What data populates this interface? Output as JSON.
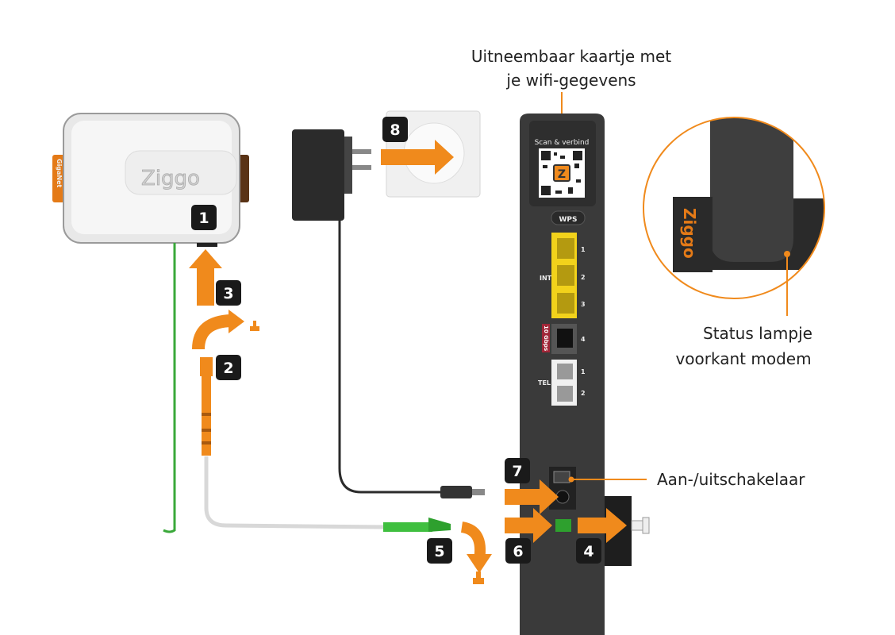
{
  "labels": {
    "card_line1": "Uitneembaar kaartje met",
    "card_line2": "je wifi-gegevens",
    "status_line1": "Status lampje",
    "status_line2": "voorkant modem",
    "switch": "Aan-/uitschakelaar"
  },
  "modem": {
    "qr_caption": "Scan & verbind",
    "wps": "WPS",
    "int_label": "INT",
    "tel_label": "TEL",
    "speed_tag": "10 Gbps",
    "int_ports": [
      "1",
      "2",
      "3"
    ],
    "port4": "4",
    "tel_ports": [
      "1",
      "2"
    ],
    "brand": "Ziggo"
  },
  "ont": {
    "brand": "Ziggo",
    "side_tag": "GigaNet"
  },
  "steps": [
    "1",
    "2",
    "3",
    "4",
    "5",
    "6",
    "7",
    "8"
  ],
  "colors": {
    "accent": "#f08a1c",
    "modem": "#3a3a3a",
    "ethernet": "#f2d21b",
    "fiber_green": "#3aa83a",
    "badge": "#1a1a1a"
  }
}
